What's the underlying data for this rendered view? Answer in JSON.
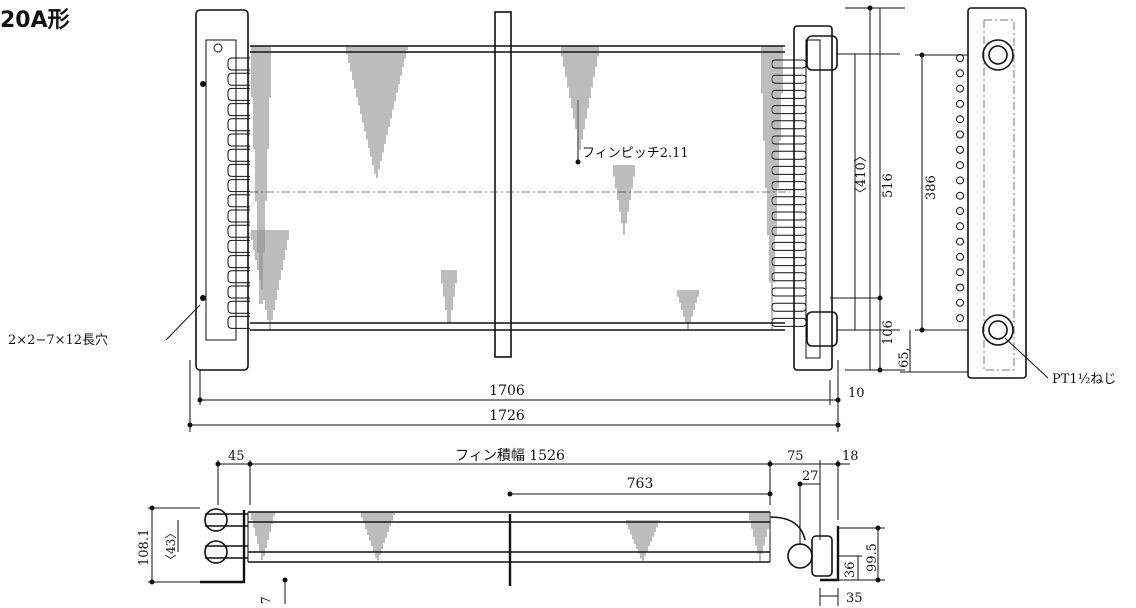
{
  "title": "20A形",
  "annotations": {
    "fin_pitch": "フィンピッチ2.11",
    "slot_holes": "2×2−7×12長穴",
    "thread": "PT1½ねじ",
    "fin_width": "フィン積幅 1526"
  },
  "dimensions": {
    "d_410": "〈410〉",
    "d_516": "516",
    "d_386": "386",
    "d_106": "106",
    "d_65": "65,",
    "d_1706": "1706",
    "d_1726": "1726",
    "d_10": "10",
    "d_45": "45",
    "d_75": "75",
    "d_18": "18",
    "d_27": "27",
    "d_763": "763",
    "d_1081": "108.1",
    "d_43": "〈43〉",
    "d_995": "99.5",
    "d_36": "36",
    "d_35": "35",
    "d_7": "7"
  }
}
